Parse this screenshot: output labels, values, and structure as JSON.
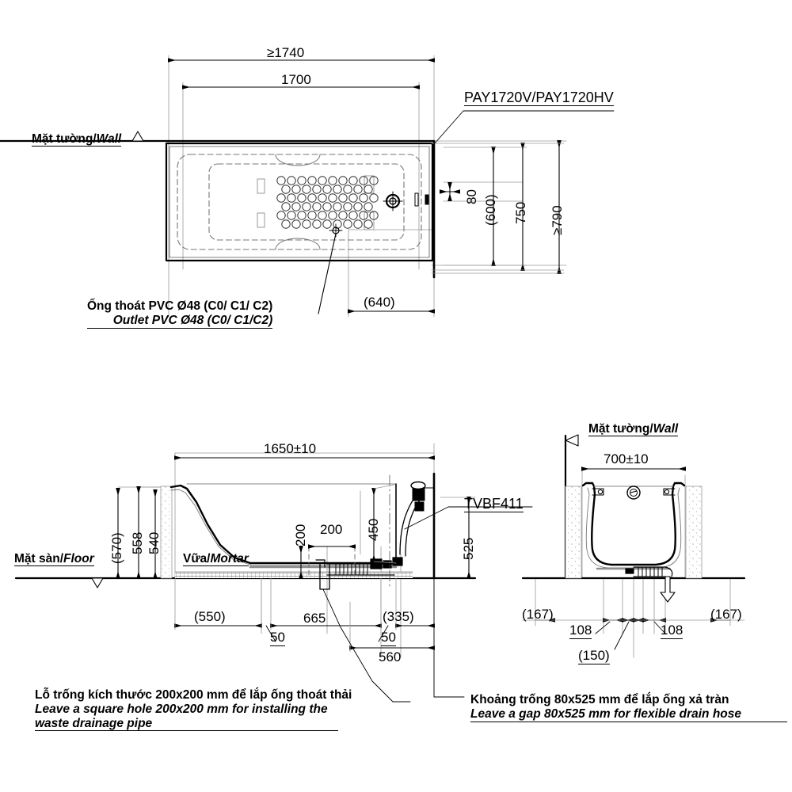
{
  "drawing": {
    "title": "TOTO bathtub installation drawing PAY1720V / PAY1720HV",
    "units": "mm",
    "line_color": "#000000",
    "thin_color": "#9a9a9a"
  },
  "plan_view": {
    "part_label": "PAY1720V/PAY1720HV",
    "wall_label_vn": "Mặt tường/",
    "wall_label_en": "Wall",
    "dims": {
      "overall_width": "≥1740",
      "tub_width": "1700",
      "wall_offset": "80",
      "inner_depth": "(600)",
      "tub_depth": "750",
      "overall_depth": "≥790",
      "drain_offset": "(640)"
    },
    "outlet_note_vn": "Ống thoát PVC Ø48 (C0/ C1/ C2)",
    "outlet_note_en": "Outlet PVC Ø48 (C0/ C1/C2)"
  },
  "side_section": {
    "floor_label_vn": "Mặt sàn/",
    "floor_label_en": "Floor",
    "mortar_label_vn": "Vữa/",
    "mortar_label_en": "Mortar",
    "part_label": "TVBF411",
    "dims": {
      "length": "1650±10",
      "height_overall": "(570)",
      "height_rim": "558",
      "height_body": "540",
      "hole_v": "200",
      "hole_h": "200",
      "overflow_h": "450",
      "gap_h": "525",
      "base_left": "(550)",
      "base_mid": "665",
      "base_right": "(335)",
      "step_left": "50",
      "step_right": "50",
      "total_right": "560"
    }
  },
  "end_section": {
    "wall_label_vn": "Mặt tường/",
    "wall_label_en": "Wall",
    "dims": {
      "width": "700±10",
      "gap_left": "(167)",
      "gap_right": "(167)",
      "pipe_left": "108",
      "pipe_right": "108",
      "pipe_center": "(150)"
    }
  },
  "notes": {
    "left": {
      "vn": "Lỗ trống kích thước 200x200 mm để lắp ống thoát thải",
      "en_line1": "Leave a square hole  200x200 mm for installing the",
      "en_line2": "waste drainage pipe"
    },
    "right": {
      "vn": "Khoảng trống 80x525 mm để lắp ống xả tràn",
      "en": "Leave a gap 80x525 mm for flexible drain hose"
    }
  }
}
